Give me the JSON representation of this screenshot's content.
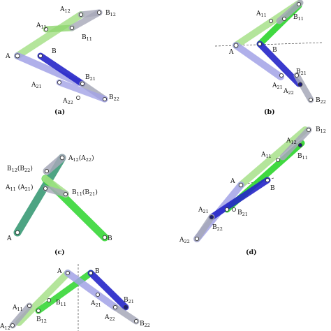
{
  "colors": {
    "light_green": "#9fe07f",
    "green": "#2bd52b",
    "light_blue": "#a2a2e6",
    "blue": "#2525c8",
    "grey_link": "#a6a8b8",
    "teal": "#3a9a76",
    "outline": "#444444"
  },
  "captions": {
    "a": "(a)",
    "b": "(b)",
    "c": "(c)",
    "d": "(d)"
  },
  "panel_a": {
    "A": "A",
    "B": "B",
    "A11": {
      "main": "A",
      "sub": "11"
    },
    "A12": {
      "main": "A",
      "sub": "12"
    },
    "B12": {
      "main": "B",
      "sub": "12"
    },
    "B11": {
      "main": "B",
      "sub": "11"
    },
    "B21": {
      "main": "B",
      "sub": "21"
    },
    "A21": {
      "main": "A",
      "sub": "21"
    },
    "A22": {
      "main": "A",
      "sub": "22"
    },
    "B22": {
      "main": "B",
      "sub": "22"
    }
  },
  "panel_b": {
    "A": "A",
    "B": "B",
    "A11": {
      "main": "A",
      "sub": "11"
    },
    "B11": {
      "main": "B",
      "sub": "11"
    },
    "A21": {
      "main": "A",
      "sub": "21"
    },
    "B21": {
      "main": "B",
      "sub": "21"
    },
    "A22": {
      "main": "A",
      "sub": "22"
    },
    "B22": {
      "main": "B",
      "sub": "22"
    }
  },
  "panel_c": {
    "A": "A",
    "B": "B",
    "A12_A22": {
      "main": "A",
      "sub": "12",
      "paren_main": "A",
      "paren_sub": "22"
    },
    "B12_B22": {
      "main": "B",
      "sub": "12",
      "paren_main": "B",
      "paren_sub": "22"
    },
    "A11_A21": {
      "main": "A",
      "sub": "11",
      "paren_main": "A",
      "paren_sub": "21"
    },
    "B11_B21": {
      "main": "B",
      "sub": "11",
      "paren_main": "B",
      "paren_sub": "21"
    }
  },
  "panel_d": {
    "A": "A",
    "B": "B",
    "B12": {
      "main": "B",
      "sub": "12"
    },
    "A12": {
      "main": "A",
      "sub": "12"
    },
    "A11": {
      "main": "A",
      "sub": "11"
    },
    "B11": {
      "main": "B",
      "sub": "11"
    },
    "A21": {
      "main": "A",
      "sub": "21"
    },
    "B21": {
      "main": "B",
      "sub": "21"
    },
    "B22": {
      "main": "B",
      "sub": "22"
    },
    "A22": {
      "main": "A",
      "sub": "22"
    }
  },
  "panel_e": {
    "A": "A",
    "B": "B",
    "A11": {
      "main": "A",
      "sub": "11"
    },
    "B11": {
      "main": "B",
      "sub": "11"
    },
    "B12": {
      "main": "B",
      "sub": "12"
    },
    "A12": {
      "main": "A",
      "sub": "12"
    },
    "A21": {
      "main": "A",
      "sub": "21"
    },
    "B21": {
      "main": "B",
      "sub": "21"
    },
    "A22": {
      "main": "A",
      "sub": "22"
    },
    "B22": {
      "main": "B",
      "sub": "22"
    }
  }
}
